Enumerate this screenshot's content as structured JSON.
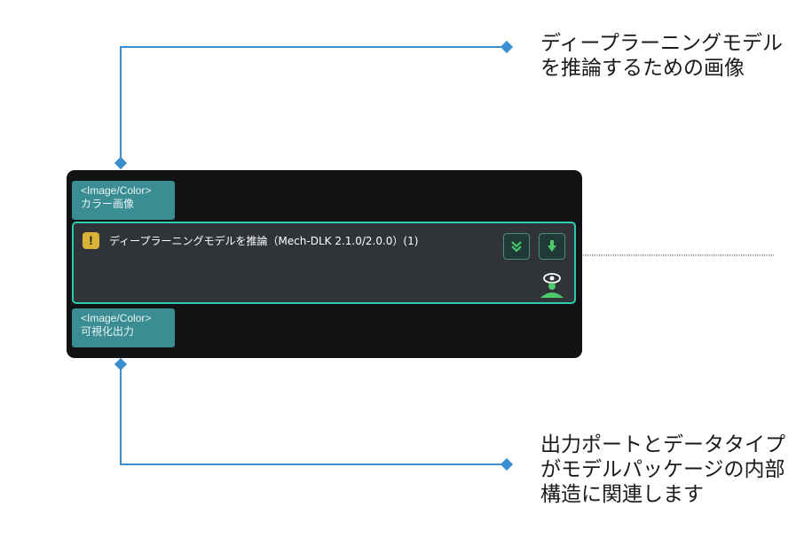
{
  "annotations": {
    "top": [
      "ディープラーニングモデル",
      "を推論するための画像"
    ],
    "bottom": [
      "出力ポートとデータタイプ",
      "がモデルパッケージの内部",
      "構造に関連します"
    ]
  },
  "node": {
    "input_port": {
      "type": "<Image/Color>",
      "label": "カラー画像"
    },
    "title": "ディープラーニングモデルを推論（Mech-DLK 2.1.0/2.0.0）(1)",
    "warning_symbol": "!",
    "output_port": {
      "type": "<Image/Color>",
      "label": "可視化出力"
    }
  },
  "icons": {
    "warning": "warning-icon",
    "collapse": "double-chevron-down-icon",
    "download": "download-arrow-icon",
    "visualize": "eye-person-icon"
  },
  "colors": {
    "connector": "#3b8fd1",
    "node_bg": "#111213",
    "port": "#3a8e93",
    "body_border": "#2ccbb0",
    "warning": "#d9b237",
    "icon_green": "#4cc96a"
  }
}
